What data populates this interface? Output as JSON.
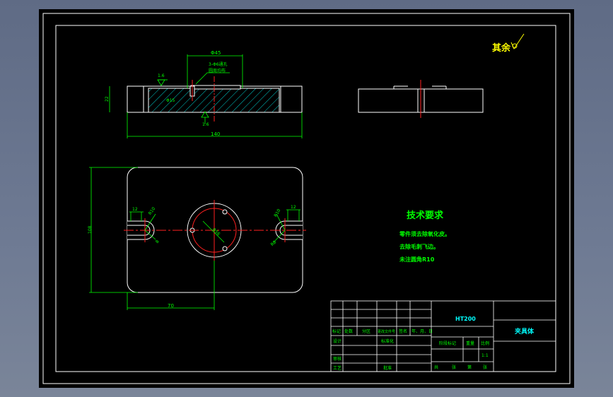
{
  "colors": {
    "background": "#000000",
    "frame": "#ffffff",
    "dimension": "#00ff00",
    "note": "#00ff00",
    "centerline": "#ff2020",
    "hatch": "#00c8c8",
    "material": "#00ffff",
    "roughness": "#ffff00"
  },
  "roughness_note": "其余",
  "dimensions": {
    "bore_diameter": "Φ45",
    "hole_callout": "3-Φ6通孔",
    "hole_note": "圆周均布",
    "roughness_top": "1.6",
    "roughness_bottom": "1.6",
    "thickness": "22",
    "inner_depth": "Φ15",
    "overall_length": "140",
    "overall_height": "108",
    "center_distance": "70",
    "slot_left_width": "12",
    "slot_right_width": "12",
    "slot_left_r": "R10",
    "slot_right_r": "R10",
    "slot_left_diag": "8",
    "slot_right_diag": "R8",
    "pcd": "Φ56"
  },
  "tech_requirements": {
    "title": "技术要求",
    "lines": [
      "零件须去除氧化皮。",
      "去除毛刺飞边。",
      "未注圆角R10"
    ]
  },
  "title_block": {
    "material": "HT200",
    "part_name": "夹具体",
    "row_labels": [
      "标记",
      "处数",
      "分区",
      "更改文件号",
      "签名",
      "年、月、日"
    ],
    "design": "设计",
    "standardize": "标准化",
    "stage_mark": "阶段标记",
    "weight": "重量",
    "scale": "比例",
    "scale_value": "1:1",
    "review": "审核",
    "process": "工艺",
    "approve": "批准",
    "sheet_info": [
      "共",
      "张",
      "第",
      "张"
    ]
  }
}
